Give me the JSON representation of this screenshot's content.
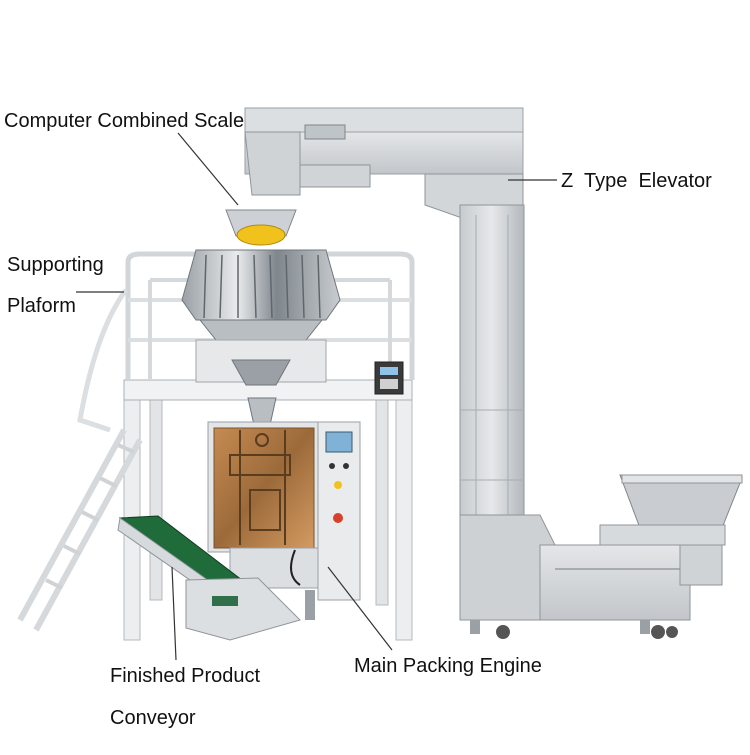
{
  "labels": {
    "computer_combined_scale": "Computer Combined Scale",
    "z_type_elevator": "Z  Type  Elevator",
    "supporting_line1": "Supporting",
    "supporting_line2": "Plaform",
    "finished_product_line1": "Finished Product",
    "finished_product_line2": "Conveyor",
    "main_packing_engine": "Main Packing Engine"
  },
  "colors": {
    "steel_light": "#d9dcdf",
    "steel_mid": "#b9bec3",
    "steel_dark": "#8c9297",
    "frame": "#e8eaec",
    "rail": "#f2f3f4",
    "copper": "#b07a45",
    "conveyor_green": "#1f6b3a",
    "yellow": "#f2c21c",
    "screen": "#7fb2d6",
    "red_button": "#d8402a",
    "leader": "#333333"
  }
}
